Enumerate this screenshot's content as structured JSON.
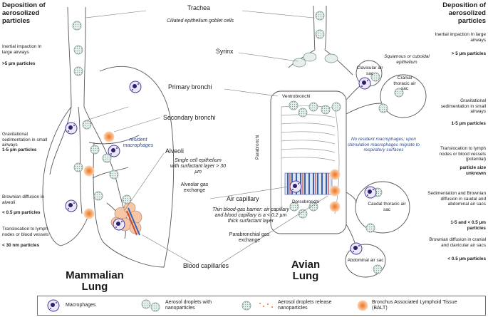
{
  "left_panel": {
    "header": "Deposition of aerosolized particles",
    "inertial": "Inertial impaction In large airways",
    "inertial_size": ">5 µm particles",
    "gravitational": "Gravitational sedimentation in small airways",
    "gravitational_size": "1-5 µm particles",
    "brownian": "Brownian diffusion in alveoli",
    "brownian_size": "< 0.5 µm particles",
    "translocation": "Translocation to lymph nodes or blood vessels",
    "translocation_size": "< 30 nm particles"
  },
  "right_panel": {
    "header": "Deposition of aerosolized particles",
    "inertial": "Inertial impaction In large airways",
    "inertial_size": "> 5 µm particles",
    "gravitational": "Gravitational sedimentation in small airways",
    "gravitational_size": "1-5 µm particles",
    "translocation": "Translocation to lymph nodes or blood vessels (potential)",
    "translocation_size": "particle size unknown",
    "sedimentation": "Sedimentation and Brownian diffusion in caudal and abdominal air sacs",
    "sedimentation_size": "1-5 and < 0.5 µm particles",
    "brownian": "Brownian diffusion in cranial and clavicular air sacs",
    "brownian_size": "< 0.5 µm particles"
  },
  "center_labels": {
    "trachea": "Trachea",
    "trachea_note": "Ciliated epithelium goblet cells",
    "syrinx": "Syrinx",
    "primary_bronchi": "Primary bronchi",
    "secondary_bronchi": "Secondary bronchi",
    "alveoli": "Alveoli",
    "alveoli_note": "Single cell epithelium with surfactant layer > 30 µm",
    "alveolar_exchange": "Alveolar gas exchange",
    "resident_macrophages": "resident macrophages",
    "air_capillary": "Air capillary",
    "air_capillary_note": "Thin blood-gas barrier: air capillary and blood capillary is a < 0.2 µm thick surfactant layer",
    "parabronchial_exchange": "Parabronchial gas exchange",
    "blood_capillaries": "Blood capillaries"
  },
  "mammal": {
    "title": "Mammalian Lung"
  },
  "avian": {
    "title": "Avian Lung",
    "ventrobronchi": "Ventrobronchi",
    "dorsobronchi": "Dorsobronchi",
    "parabronchi": "Parabronchi",
    "no_macrophages_note": "No resident macrophages; upon stimulation macrophages migrate to respiratory surfaces",
    "clavicular": "Clavicular air sac",
    "cranial": "Cranial thoracic air sac",
    "squamous": "Squamous or cuboidal epithelium",
    "caudal": "Caudal thoracic air sac",
    "abdominal": "Abdominal air sac"
  },
  "legend": {
    "macrophages": "Macrophages",
    "aerosol": "Aerosol droplets with nanoparticles",
    "release": "Aerosol droplets release nanoparticles",
    "balt": "Bronchus Associated Lymphoid Tissue (BALT)"
  },
  "colors": {
    "macrophage": "#4a3a9a",
    "macrophage_fill": "#d9d2ee",
    "aerosol": "#9db5ac",
    "balt": "#f0a060",
    "capillary_blue": "#3a5fb0",
    "capillary_red": "#c84a3a"
  }
}
